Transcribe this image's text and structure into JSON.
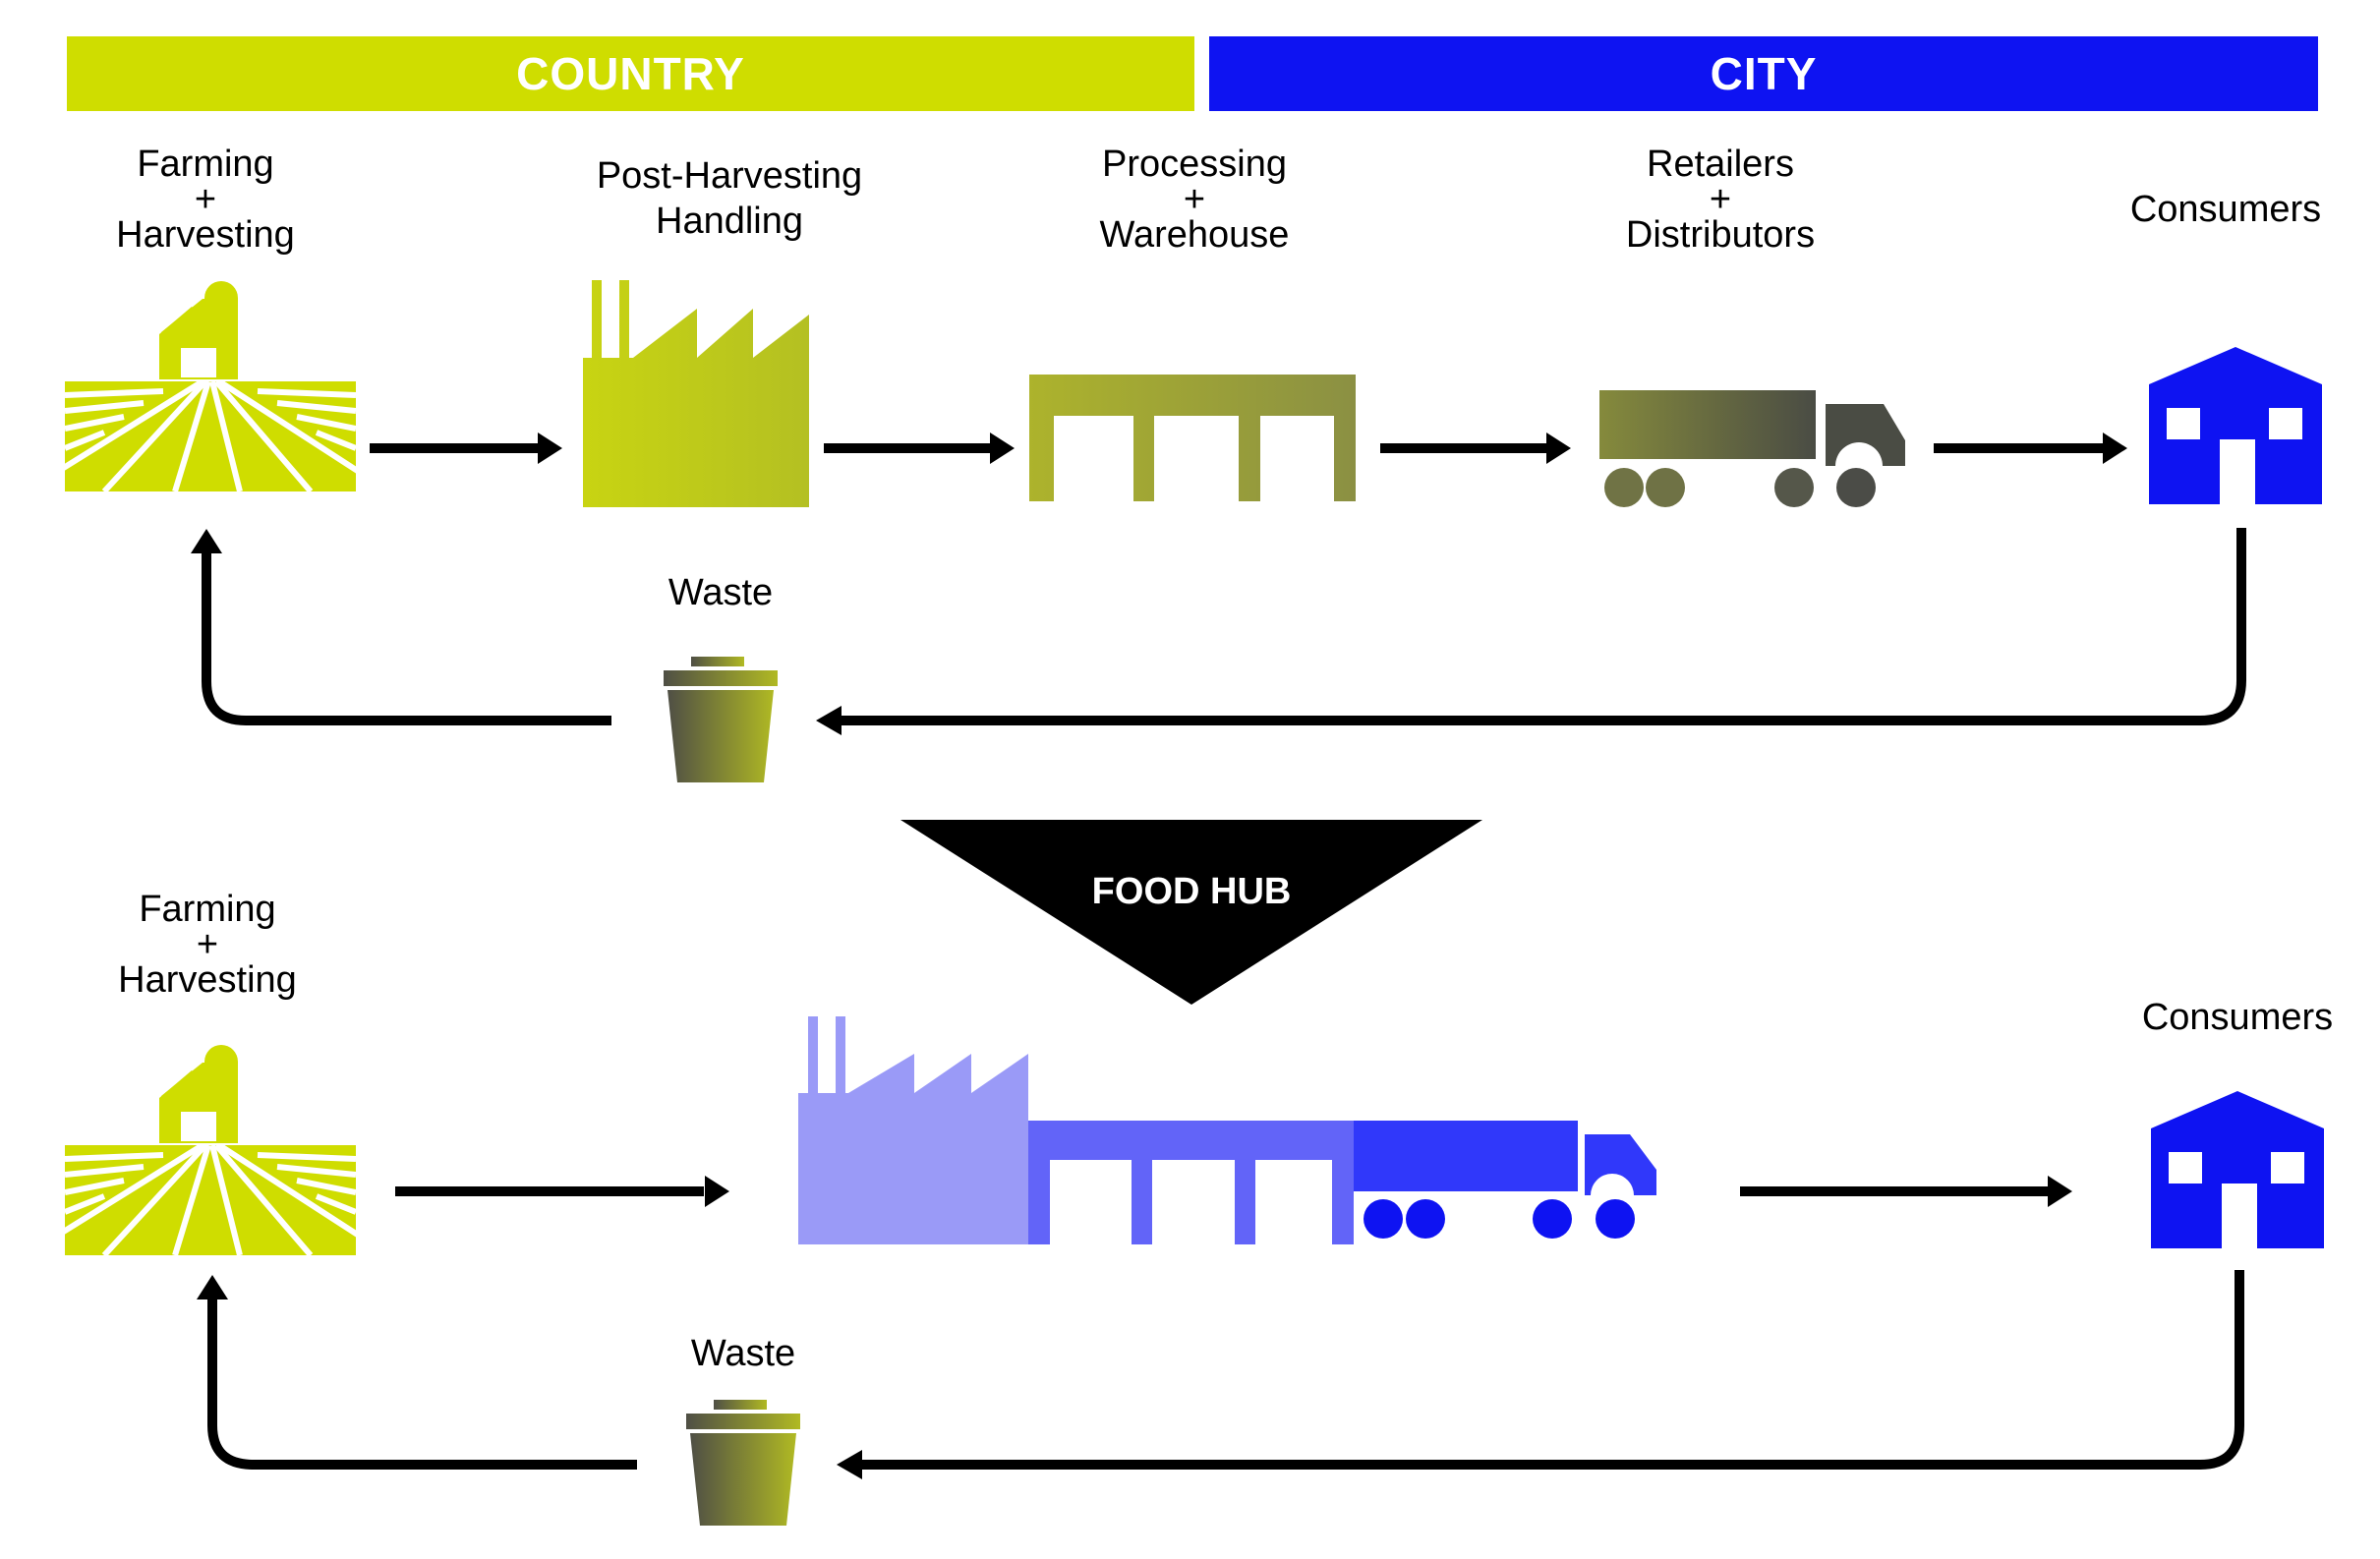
{
  "colors": {
    "country": "#cfdd00",
    "city": "#0e13f2",
    "arrow": "#000000",
    "hub_factory": "#9a9af7",
    "hub_warehouse": "#6264f8",
    "hub_truck": "#3038fa"
  },
  "header": {
    "country": "COUNTRY",
    "city": "CITY"
  },
  "top_chain": {
    "farming": {
      "line1": "Farming",
      "line2": "+",
      "line3": "Harvesting",
      "icon": "farm-icon"
    },
    "post_harvest": {
      "line1": "Post-Harvesting",
      "line2": "Handling",
      "icon": "factory-icon"
    },
    "processing": {
      "line1": "Processing",
      "line2": "+",
      "line3": "Warehouse",
      "icon": "warehouse-icon"
    },
    "retailers": {
      "line1": "Retailers",
      "line2": "+",
      "line3": "Distributors",
      "icon": "truck-icon"
    },
    "consumers": {
      "line1": "Consumers",
      "icon": "house-icon"
    },
    "waste": {
      "label": "Waste",
      "icon": "waste-bin-icon"
    }
  },
  "food_hub": {
    "label": "FOOD HUB",
    "icons": [
      "factory-icon",
      "warehouse-icon",
      "truck-icon"
    ]
  },
  "bottom_chain": {
    "farming": {
      "line1": "Farming",
      "line2": "+",
      "line3": "Harvesting",
      "icon": "farm-icon"
    },
    "consumers": {
      "line1": "Consumers",
      "icon": "house-icon"
    },
    "waste": {
      "label": "Waste",
      "icon": "waste-bin-icon"
    }
  }
}
